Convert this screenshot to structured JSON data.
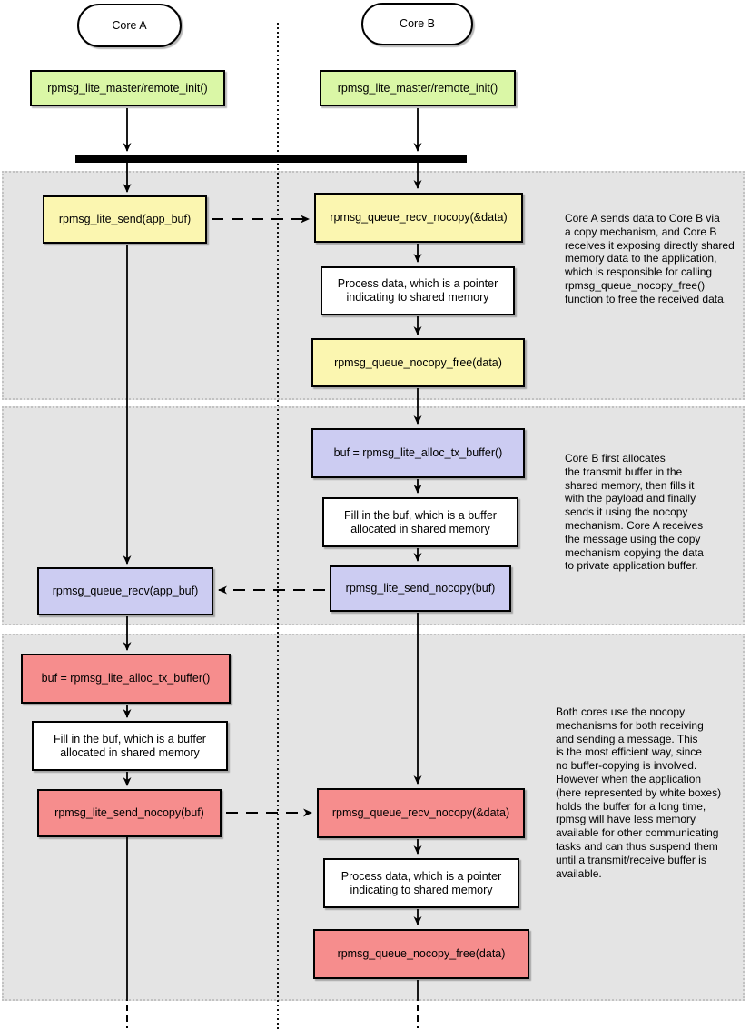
{
  "lanes": [
    {
      "label": "Core A"
    },
    {
      "label": "Core B"
    }
  ],
  "init_label": "rpmsg_lite_master/remote_init()",
  "section1": {
    "send_box": "rpmsg_lite_send(app_buf)",
    "recv_box": "rpmsg_queue_recv_nocopy(&data)",
    "process_box": "Process data, which is a pointer\nindicating to shared memory",
    "free_box": "rpmsg_queue_nocopy_free(data)",
    "annotation": "Core A sends data to Core B via\na copy mechanism, and Core B\nreceives it exposing directly shared\nmemory data to the application,\nwhich is responsible for calling\nrpmsg_queue_nocopy_free()\nfunction to free the received data."
  },
  "section2": {
    "alloc_box": "buf = rpmsg_lite_alloc_tx_buffer()",
    "fill_box": "Fill in the buf, which is a buffer\nallocated in shared memory",
    "send_box": "rpmsg_lite_send_nocopy(buf)",
    "recv_box": "rpmsg_queue_recv(app_buf)",
    "annotation": "Core B first allocates\nthe transmit buffer in the\nshared memory, then fills it\nwith the payload and finally\nsends it using the nocopy\nmechanism. Core A receives\nthe message using the copy\nmechanism copying the data\nto private application buffer."
  },
  "section3": {
    "alloc_box": "buf = rpmsg_lite_alloc_tx_buffer()",
    "fill_box": "Fill in the buf, which is a buffer\nallocated in shared memory",
    "send_box": "rpmsg_lite_send_nocopy(buf)",
    "recv_box": "rpmsg_queue_recv_nocopy(&data)",
    "process_box": "Process data, which is a pointer\nindicating to shared memory",
    "free_box": "rpmsg_queue_nocopy_free(data)",
    "annotation": "Both cores use the nocopy\nmechanisms for both receiving\nand sending a message. This\nis the most efficient way, since\nno buffer-copying is involved.\nHowever when the application\n(here represented by white boxes)\nholds the buffer for a long time,\nrpmsg will have less memory\navailable for other communicating\ntasks and can thus suspend them\nuntil a transmit/receive buffer is\navailable."
  },
  "colors": {
    "green": "#daf7a6",
    "yellow": "#fbf6b0",
    "lavender": "#ccccf2",
    "pink": "#f68d8d",
    "band": "#e4e4e4"
  }
}
